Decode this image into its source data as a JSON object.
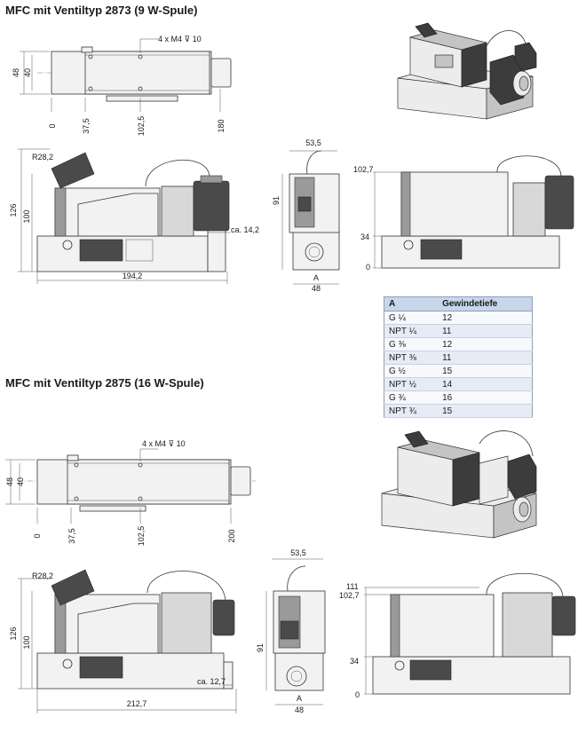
{
  "titles": {
    "top": "MFC mit Ventiltyp 2873 (9 W-Spule)",
    "bottom": "MFC mit Ventiltyp 2875 (16 W-Spule)"
  },
  "top": {
    "hole_note": "4 x M4 ⊽ 10",
    "height_outer": "48",
    "height_inner": "40",
    "x_0": "0",
    "x_1": "37,5",
    "x_2": "102,5",
    "x_3": "180",
    "radius": "R28,2",
    "h_126": "126",
    "h_100": "100",
    "width_total": "194,2",
    "ca": "ca. 14,2",
    "side_width": "53,5",
    "side_h": "91",
    "port_label": "A",
    "port_width": "48",
    "r_102_7": "102,7",
    "r_34": "34",
    "r_0": "0"
  },
  "bottom": {
    "hole_note": "4 x M4 ⊽ 10",
    "height_outer": "48",
    "height_inner": "40",
    "x_0": "0",
    "x_1": "37,5",
    "x_2": "102,5",
    "x_3": "200",
    "radius": "R28,2",
    "h_126": "126",
    "h_100": "100",
    "width_total": "212,7",
    "ca": "ca. 12,7",
    "side_width": "53,5",
    "side_h": "91",
    "port_label": "A",
    "port_width": "48",
    "r_111": "111",
    "r_102_7": "102,7",
    "r_34": "34",
    "r_0": "0"
  },
  "table": {
    "headers": [
      "A",
      "Gewindetiefe"
    ],
    "rows": [
      [
        "G ¼",
        "12"
      ],
      [
        "NPT ¼",
        "11"
      ],
      [
        "G ⅜",
        "12"
      ],
      [
        "NPT ⅜",
        "11"
      ],
      [
        "G ½",
        "15"
      ],
      [
        "NPT ½",
        "14"
      ],
      [
        "G ¾",
        "16"
      ],
      [
        "NPT ¾",
        "15"
      ]
    ]
  }
}
